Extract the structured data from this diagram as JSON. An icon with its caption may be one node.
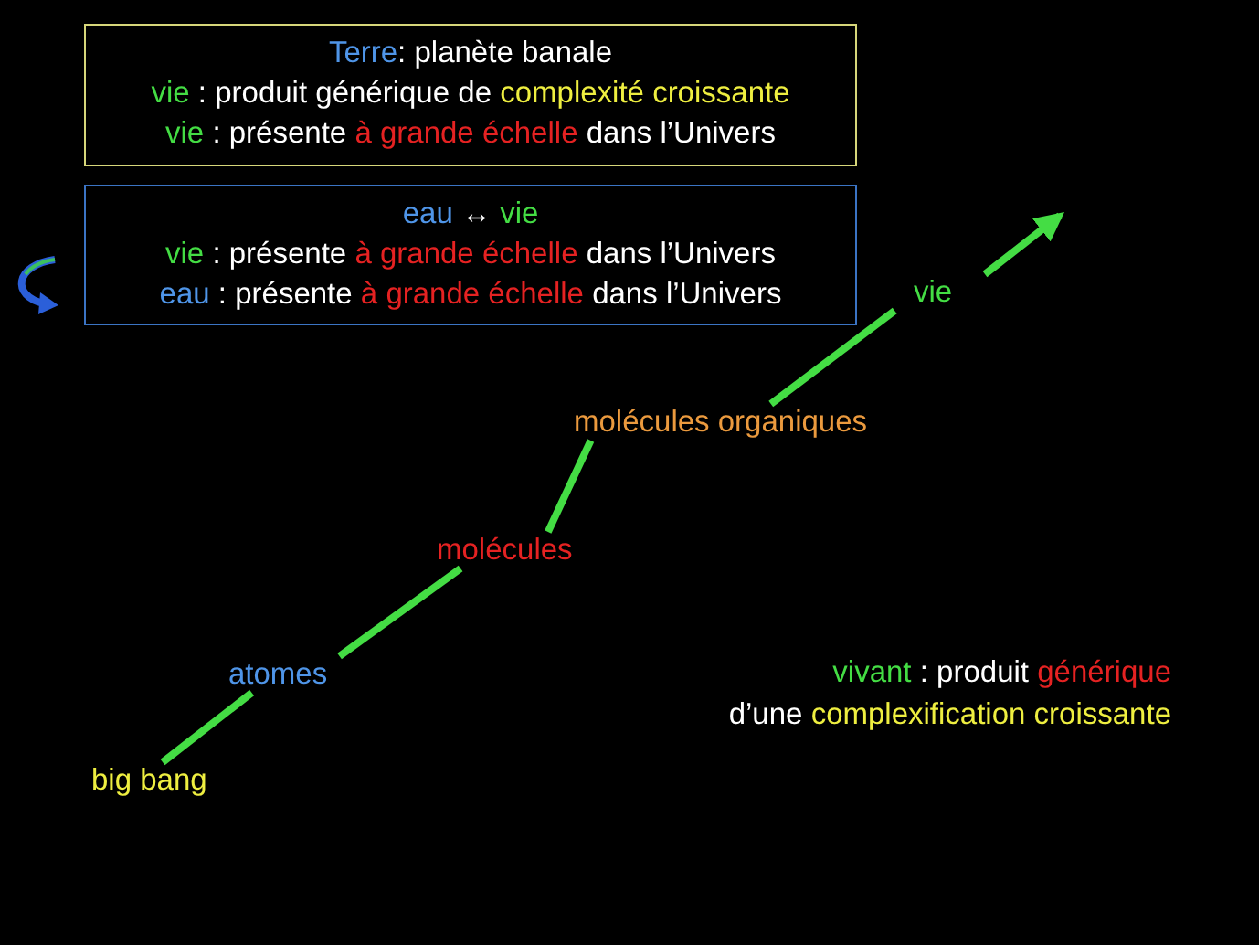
{
  "diagram": {
    "nodes": [
      {
        "text": [
          "Terre: planète banale",
          "vie : produit générique de complexité croissante",
          "vie : présente à grande échelle dans l’Univers"
        ]
      },
      {
        "text": [
          "eau ↔ vie",
          "vie : présente à grande échelle dans l’Univers",
          "eau : présente à grande échelle dans l’Univers"
        ]
      },
      {
        "text": [
          "big bang"
        ]
      },
      {
        "text": [
          "atomes"
        ]
      },
      {
        "text": [
          "molécules"
        ]
      },
      {
        "text": [
          "molécules organiques"
        ]
      },
      {
        "text": [
          "vie"
        ]
      }
    ],
    "edges": [
      {
        "from": 2,
        "to": 3,
        "arrow": "none"
      },
      {
        "from": 3,
        "to": 4,
        "arrow": "none"
      },
      {
        "from": 4,
        "to": 5,
        "arrow": "none"
      },
      {
        "from": 5,
        "to": 6,
        "arrow": "none"
      },
      {
        "from": 6,
        "to": null,
        "arrow": "to"
      }
    ],
    "labels": [
      "vivant : produit générique d’une complexification croissante"
    ]
  }
}
